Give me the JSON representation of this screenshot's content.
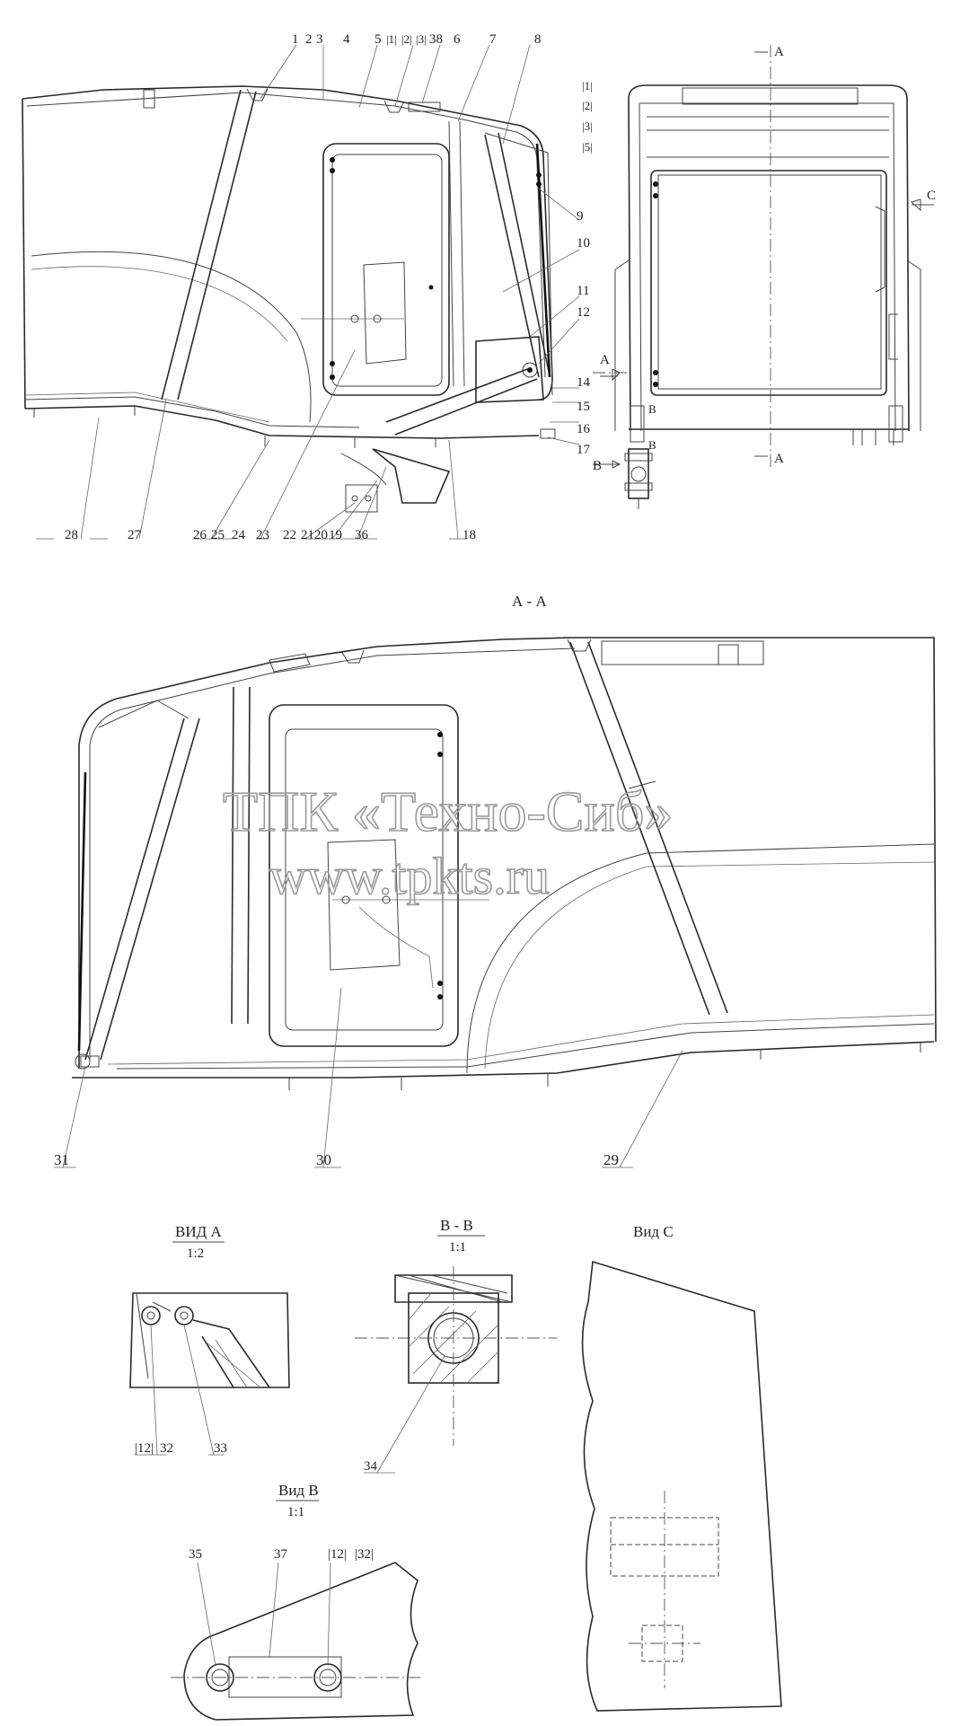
{
  "watermark": {
    "line1": "ТПК «Техно-Сиб»",
    "line2": "www.tpkts.ru"
  },
  "section_titles": {
    "aa": "А - А",
    "view_a": "ВИД А",
    "view_a_scale": "1:2",
    "bb": "В - В",
    "bb_scale": "1:1",
    "view_c": "Вид С",
    "view_b": "Вид В",
    "view_b_scale": "1:1"
  },
  "side_view_top_labels": [
    "1",
    "2",
    "3",
    "4",
    "5",
    "1",
    "2",
    "3",
    "38",
    "6",
    "7",
    "8"
  ],
  "side_view_right_labels": [
    "9",
    "10",
    "11",
    "12",
    "14",
    "15",
    "16",
    "17"
  ],
  "side_view_bottom_labels": [
    "28",
    "27",
    "26",
    "25",
    "24",
    "23",
    "22",
    "21",
    "20",
    "19",
    "36",
    "18"
  ],
  "front_view_boxed_labels": [
    "1",
    "2",
    "3",
    "5"
  ],
  "front_view_markers": [
    "A",
    "A",
    "A",
    "C",
    "B",
    "B",
    "B"
  ],
  "aa_labels": [
    "31",
    "30",
    "29"
  ],
  "view_a_labels": [
    "12",
    "32",
    "33"
  ],
  "bb_labels": [
    "34"
  ],
  "view_b_labels": [
    "35",
    "37",
    "12",
    "32"
  ]
}
